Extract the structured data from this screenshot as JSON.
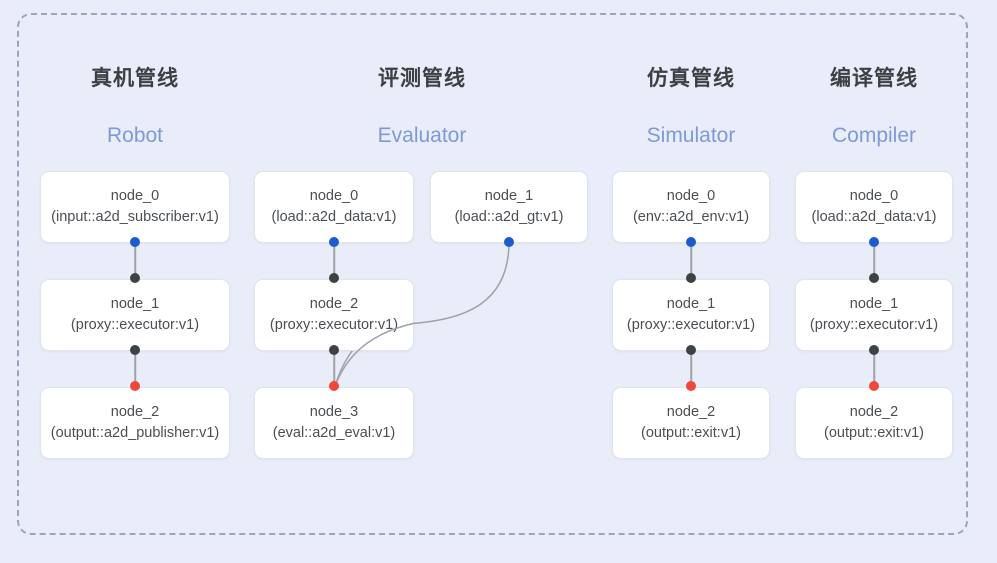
{
  "diagram": {
    "title_visible": false,
    "background_color": "#e8edf9",
    "frame_border_color": "#9aa6bb",
    "port_colors": {
      "output": "#1a5bd0",
      "relay": "#3f4245",
      "input": "#f0473a"
    },
    "edge_color": "#9ea2a8",
    "header_cn_color": "#3b4043",
    "header_en_color": "#7f99d6"
  },
  "columns": [
    {
      "id": "robot",
      "title_cn": "真机管线",
      "title_en": "Robot",
      "nodes": [
        {
          "id": "node_0",
          "type": "(input::a2d_subscriber:v1)"
        },
        {
          "id": "node_1",
          "type": "(proxy::executor:v1)"
        },
        {
          "id": "node_2",
          "type": "(output::a2d_publisher:v1)"
        }
      ]
    },
    {
      "id": "evaluator",
      "title_cn": "评测管线",
      "title_en": "Evaluator",
      "nodes": [
        {
          "id": "node_0",
          "type": "(load::a2d_data:v1)"
        },
        {
          "id": "node_1",
          "type": "(load::a2d_gt:v1)"
        },
        {
          "id": "node_2",
          "type": "(proxy::executor:v1)"
        },
        {
          "id": "node_3",
          "type": "(eval::a2d_eval:v1)"
        }
      ]
    },
    {
      "id": "simulator",
      "title_cn": "仿真管线",
      "title_en": "Simulator",
      "nodes": [
        {
          "id": "node_0",
          "type": "(env::a2d_env:v1)"
        },
        {
          "id": "node_1",
          "type": "(proxy::executor:v1)"
        },
        {
          "id": "node_2",
          "type": "(output::exit:v1)"
        }
      ]
    },
    {
      "id": "compiler",
      "title_cn": "编译管线",
      "title_en": "Compiler",
      "nodes": [
        {
          "id": "node_0",
          "type": "(load::a2d_data:v1)"
        },
        {
          "id": "node_1",
          "type": "(proxy::executor:v1)"
        },
        {
          "id": "node_2",
          "type": "(output::exit:v1)"
        }
      ]
    }
  ]
}
